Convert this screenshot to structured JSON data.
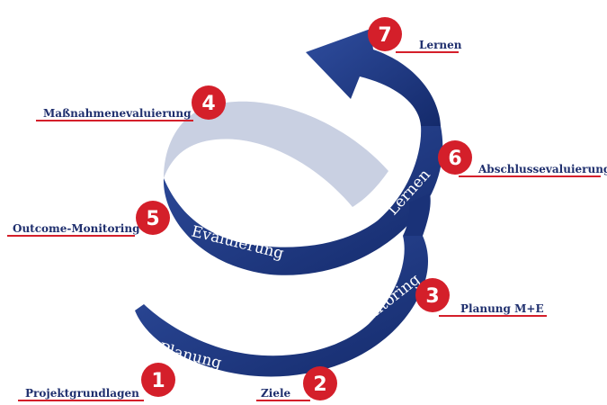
{
  "colors": {
    "band": "#25408f",
    "band_dark": "#142a6b",
    "inner": "#c9d0e2",
    "badge": "#d41f2a",
    "underline": "#d41f2a",
    "label_text": "#1f2f6e"
  },
  "band_labels": {
    "planung": "Planung",
    "monitoring": "Monitoring",
    "evaluierung": "Evaluierung",
    "lernen": "Lernen"
  },
  "steps": [
    {
      "number": "1",
      "label": "Projektgrundlagen"
    },
    {
      "number": "2",
      "label": "Ziele"
    },
    {
      "number": "3",
      "label": "Planung M+E"
    },
    {
      "number": "4",
      "label": "Maßnahmenevaluierung"
    },
    {
      "number": "5",
      "label": "Outcome-Monitoring"
    },
    {
      "number": "6",
      "label": "Abschlussevaluierung"
    },
    {
      "number": "7",
      "label": "Lernen"
    }
  ]
}
